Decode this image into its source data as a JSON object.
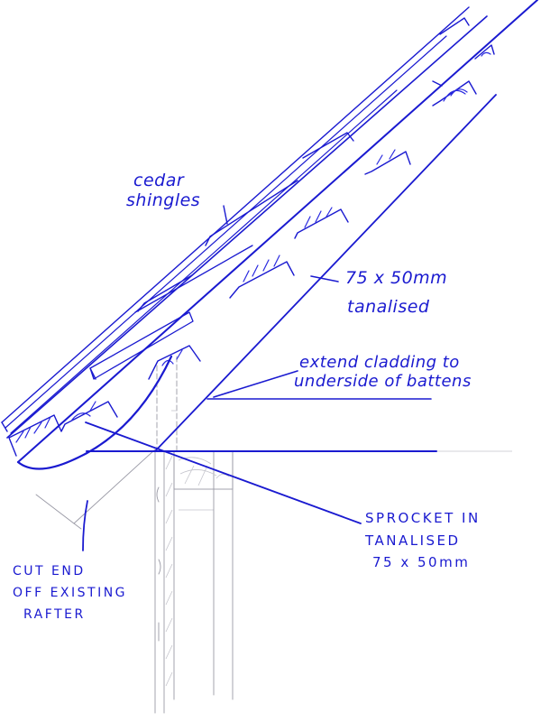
{
  "drawing": {
    "title": "Roof eave detail sketch",
    "ink_color": "#1a1ad0",
    "pencil_color": "#9a9aa6",
    "background": "#ffffff"
  },
  "labels": {
    "cedar_shingles": {
      "line1": "cedar",
      "line2": "shingles"
    },
    "batten": {
      "line1": "75 x 50mm",
      "line2": "tanalised"
    },
    "cladding": {
      "line1": "extend cladding to",
      "line2": "underside of battens"
    },
    "sprocket": {
      "line1": "SPROCKET IN",
      "line2": "TANALISED",
      "line3": "75 x 50mm"
    },
    "rafter": {
      "line1": "CUT END",
      "line2": "OFF EXISTING",
      "line3": "RAFTER"
    }
  }
}
